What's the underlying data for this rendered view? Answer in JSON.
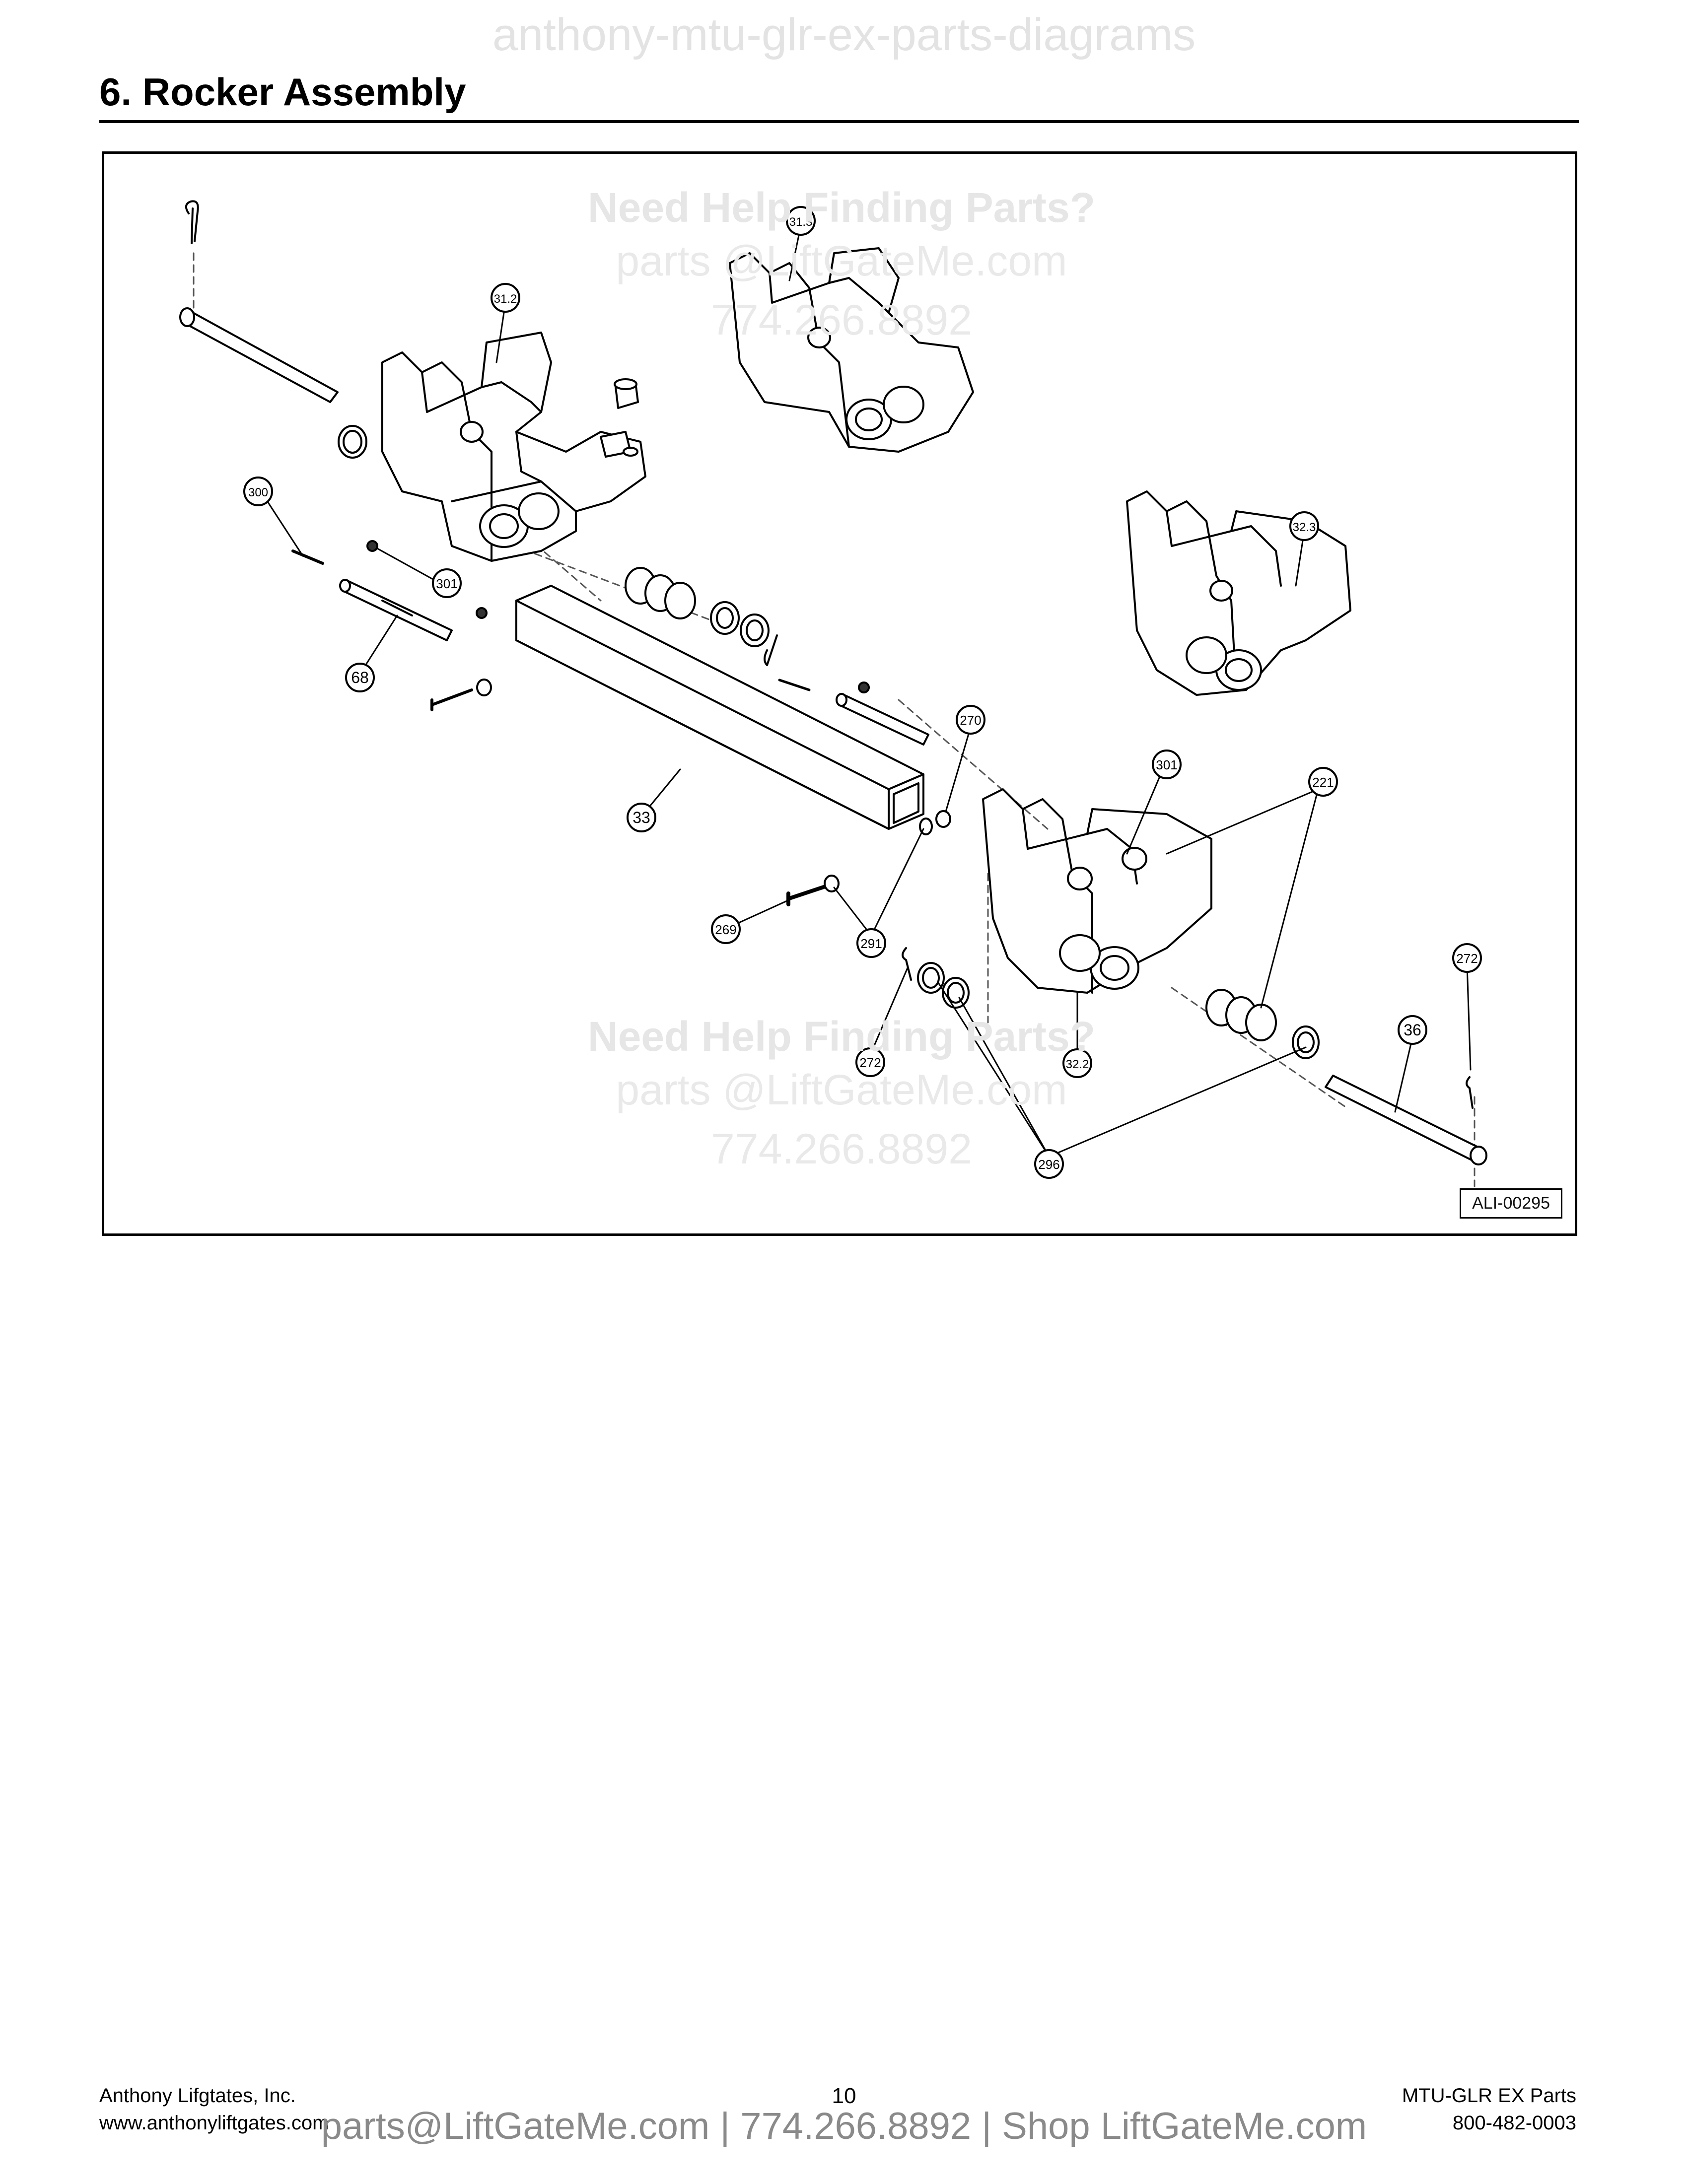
{
  "watermark_top": "anthony-mtu-glr-ex-parts-diagrams",
  "section": {
    "title": "6.   Rocker Assembly"
  },
  "diagram": {
    "diagram_id": "ALI-00295",
    "help_watermark": {
      "heading": "Need Help Finding Parts?",
      "email": "parts @LiftGateMe.com",
      "phone": "774.266.8892"
    },
    "callouts": [
      "31.2",
      "31.3",
      "32.3",
      "300",
      "301",
      "68",
      "33",
      "270",
      "301",
      "221",
      "269",
      "291",
      "272",
      "32.2",
      "272",
      "36",
      "296"
    ]
  },
  "footer": {
    "company": "Anthony Lifgtates, Inc.",
    "website": "www.anthonyliftgates.com",
    "page_number": "10",
    "doc_name": "MTU-GLR EX Parts",
    "phone": "800-482-0003",
    "banner": "parts@LiftGateMe.com | 774.266.8892 | Shop LiftGateMe.com"
  }
}
